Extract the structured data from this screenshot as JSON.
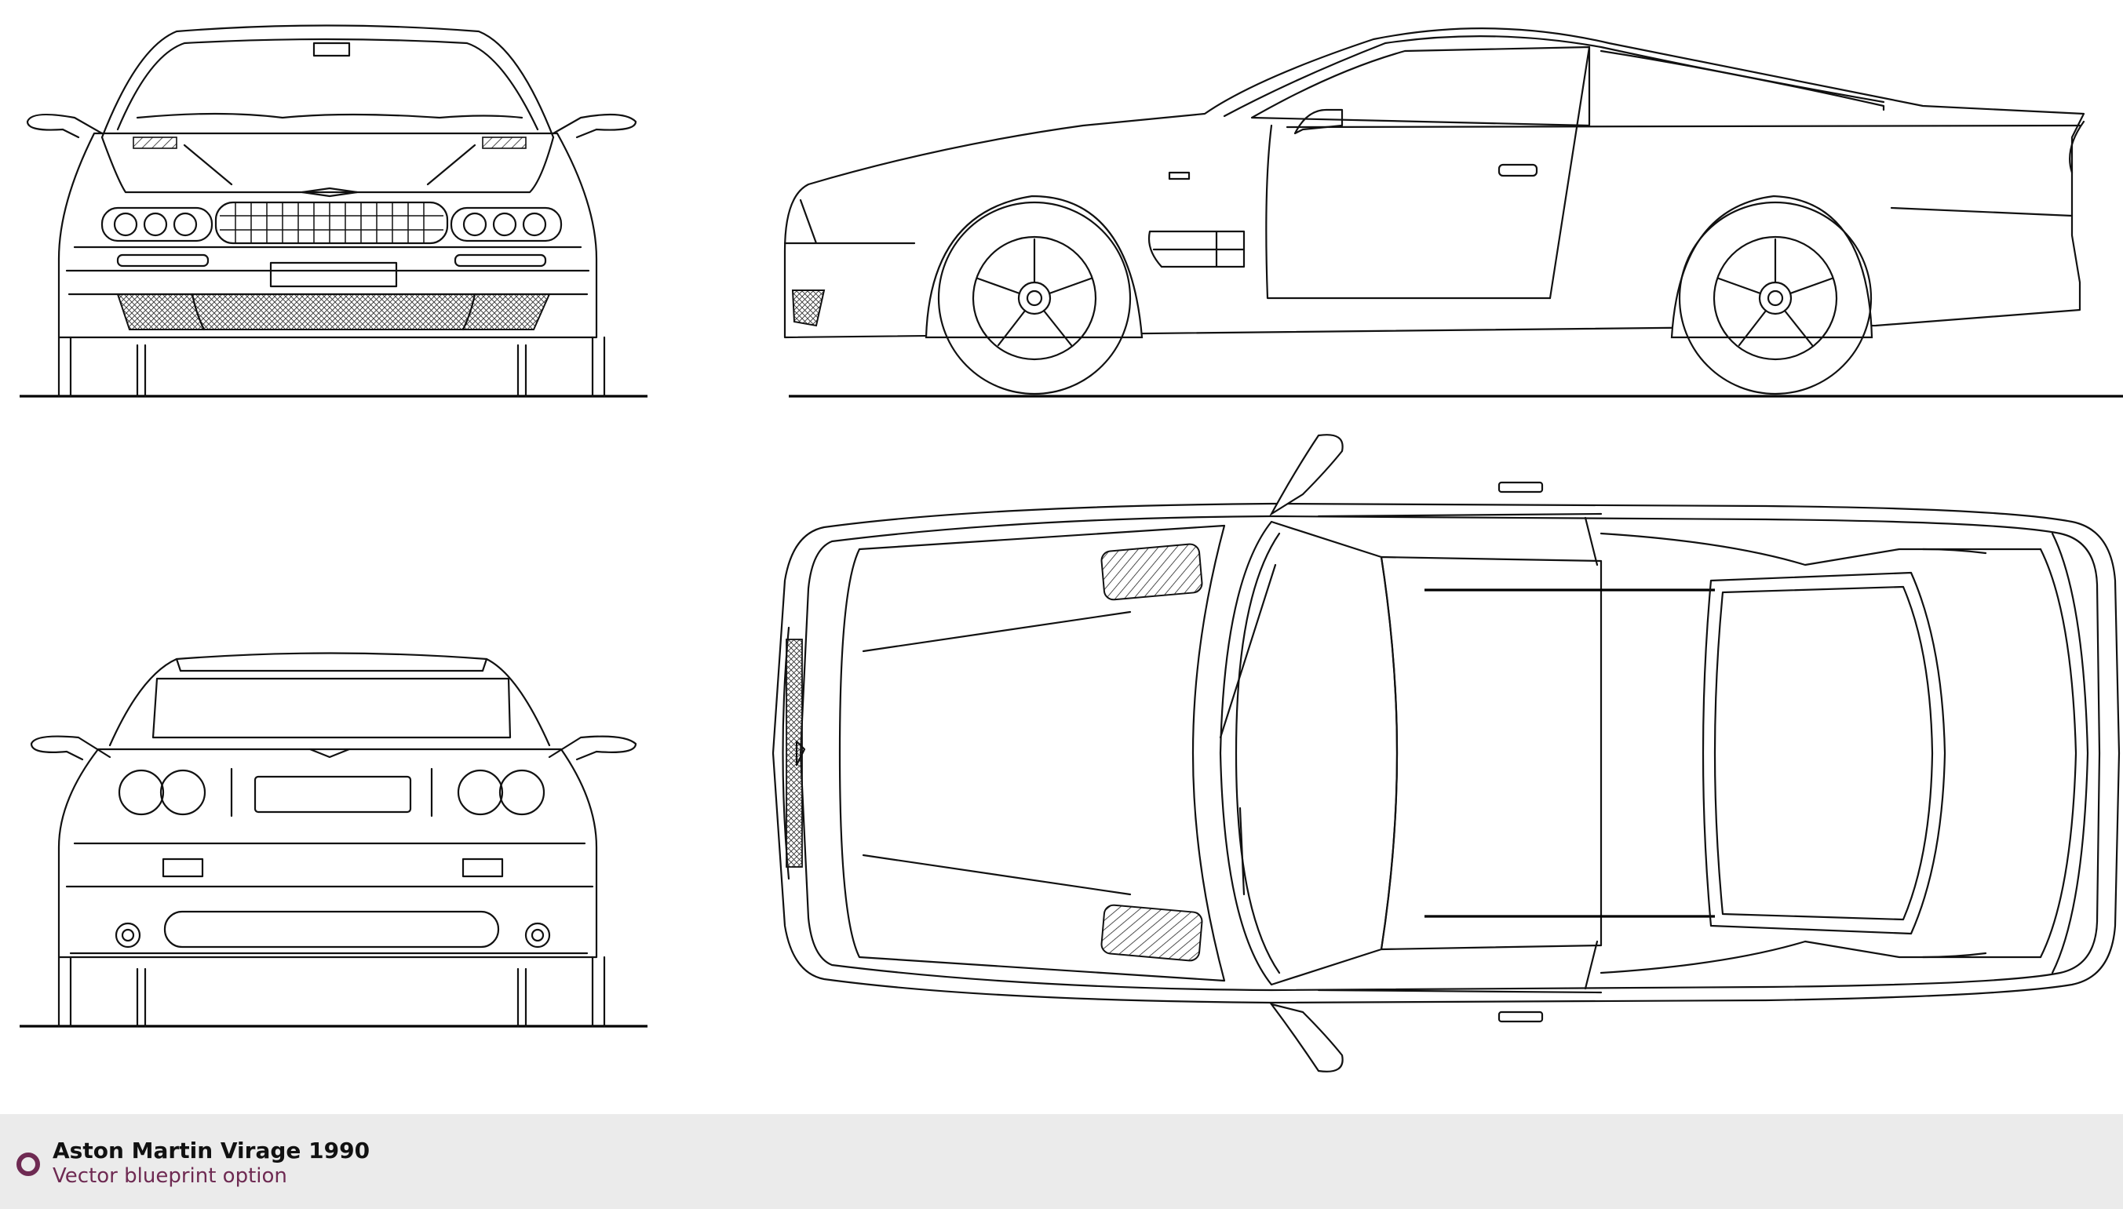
{
  "footer": {
    "title": "Aston Martin Virage 1990",
    "subtitle": "Vector blueprint option"
  },
  "colors": {
    "background": "#ffffff",
    "line": "#111111",
    "footer_bg": "#ebebeb",
    "accent": "#6e2a52"
  },
  "views": [
    "front",
    "side",
    "rear",
    "top"
  ],
  "icons": {
    "footer_logo": "circle-logo-icon"
  }
}
